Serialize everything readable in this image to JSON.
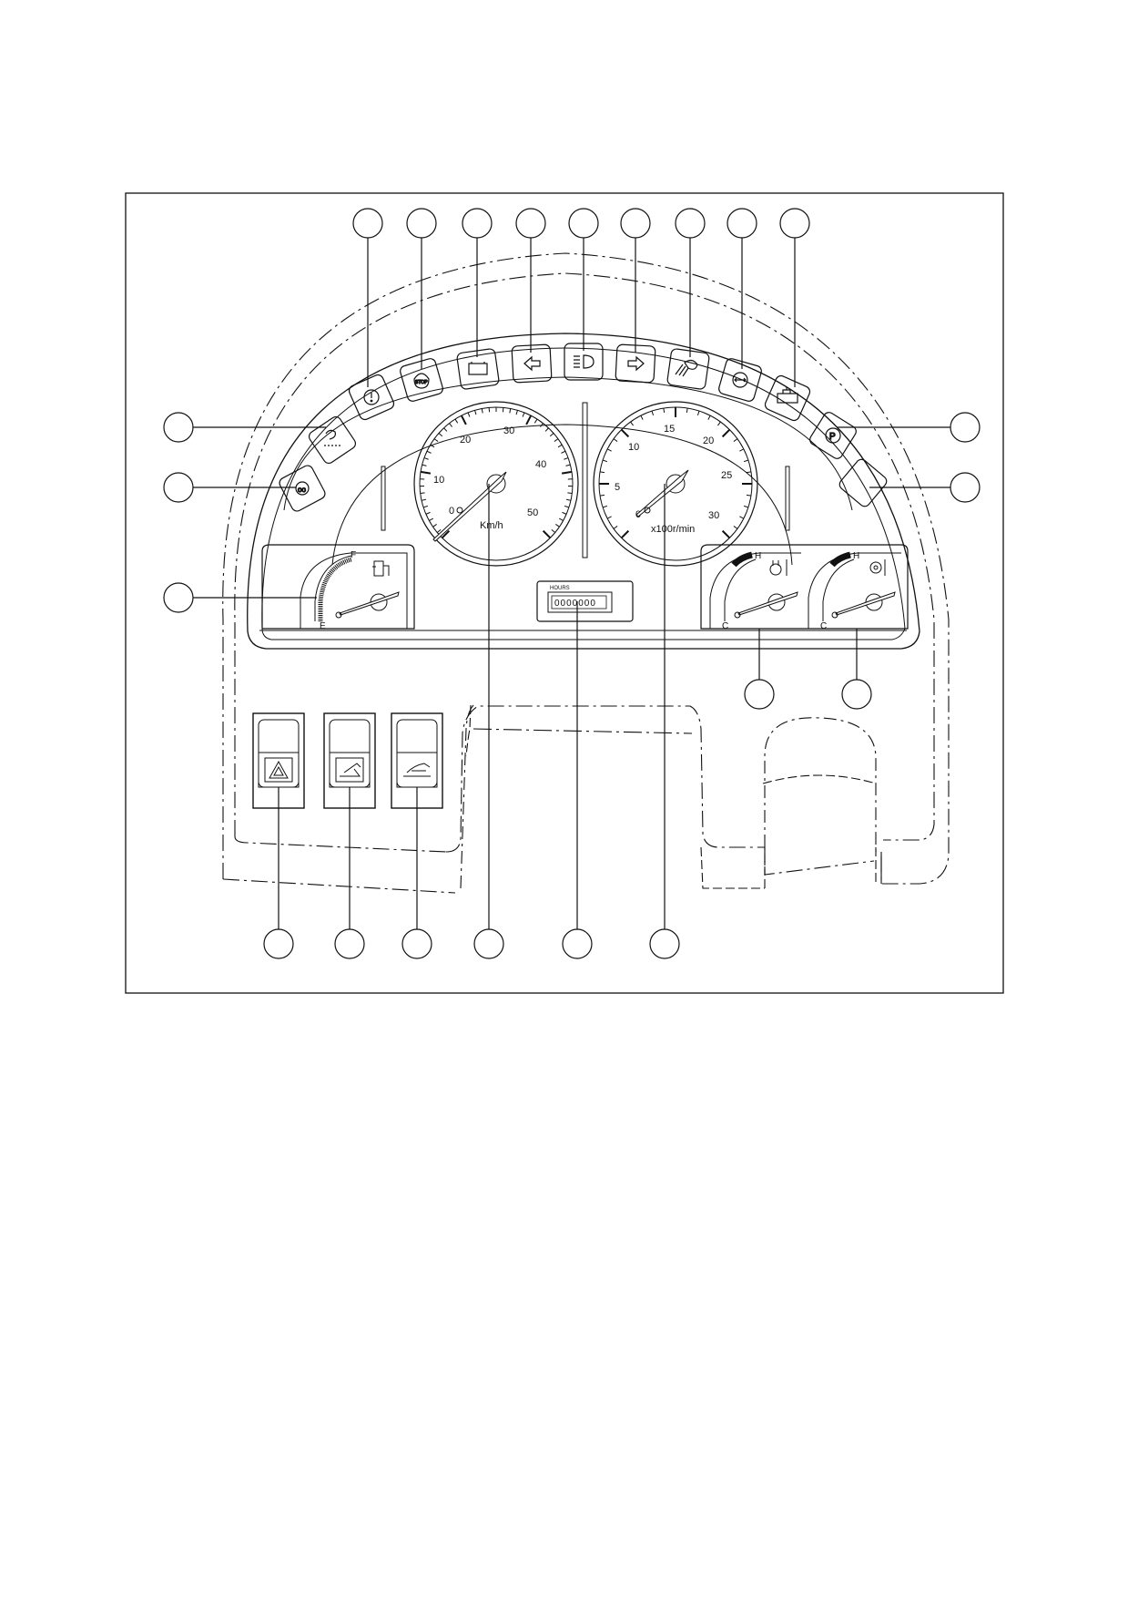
{
  "speedometer": {
    "labels": [
      "0",
      "10",
      "20",
      "30",
      "40",
      "50"
    ],
    "unit": "Km/h"
  },
  "tachometer": {
    "labels": [
      "0",
      "5",
      "10",
      "15",
      "20",
      "25",
      "30"
    ],
    "unit": "x100r/min"
  },
  "fuel_gauge": {
    "full_mark": "F",
    "empty_mark": "E"
  },
  "coolant_gauge": {
    "hot_mark": "H",
    "cold_mark": "C"
  },
  "transmission_oil_gauge": {
    "hot_mark": "H",
    "cold_mark": "C"
  },
  "hour_meter": {
    "label": "HOURS",
    "digits": "0000000"
  },
  "icons": {
    "top_row": [
      "warning-icon",
      "engine-stop-icon",
      "battery-icon",
      "turn-left-icon",
      "high-beam-icon",
      "turn-right-icon",
      "work-light-icon",
      "brake-fault-icon",
      "engine-check-icon"
    ],
    "left": [
      "glow-plug-icon",
      "preheat-icon"
    ],
    "right": [
      "parking-brake-icon",
      "blank-lamp"
    ],
    "switches": [
      "hazard-switch",
      "work-lamp-front-switch",
      "work-lamp-rear-switch"
    ]
  }
}
